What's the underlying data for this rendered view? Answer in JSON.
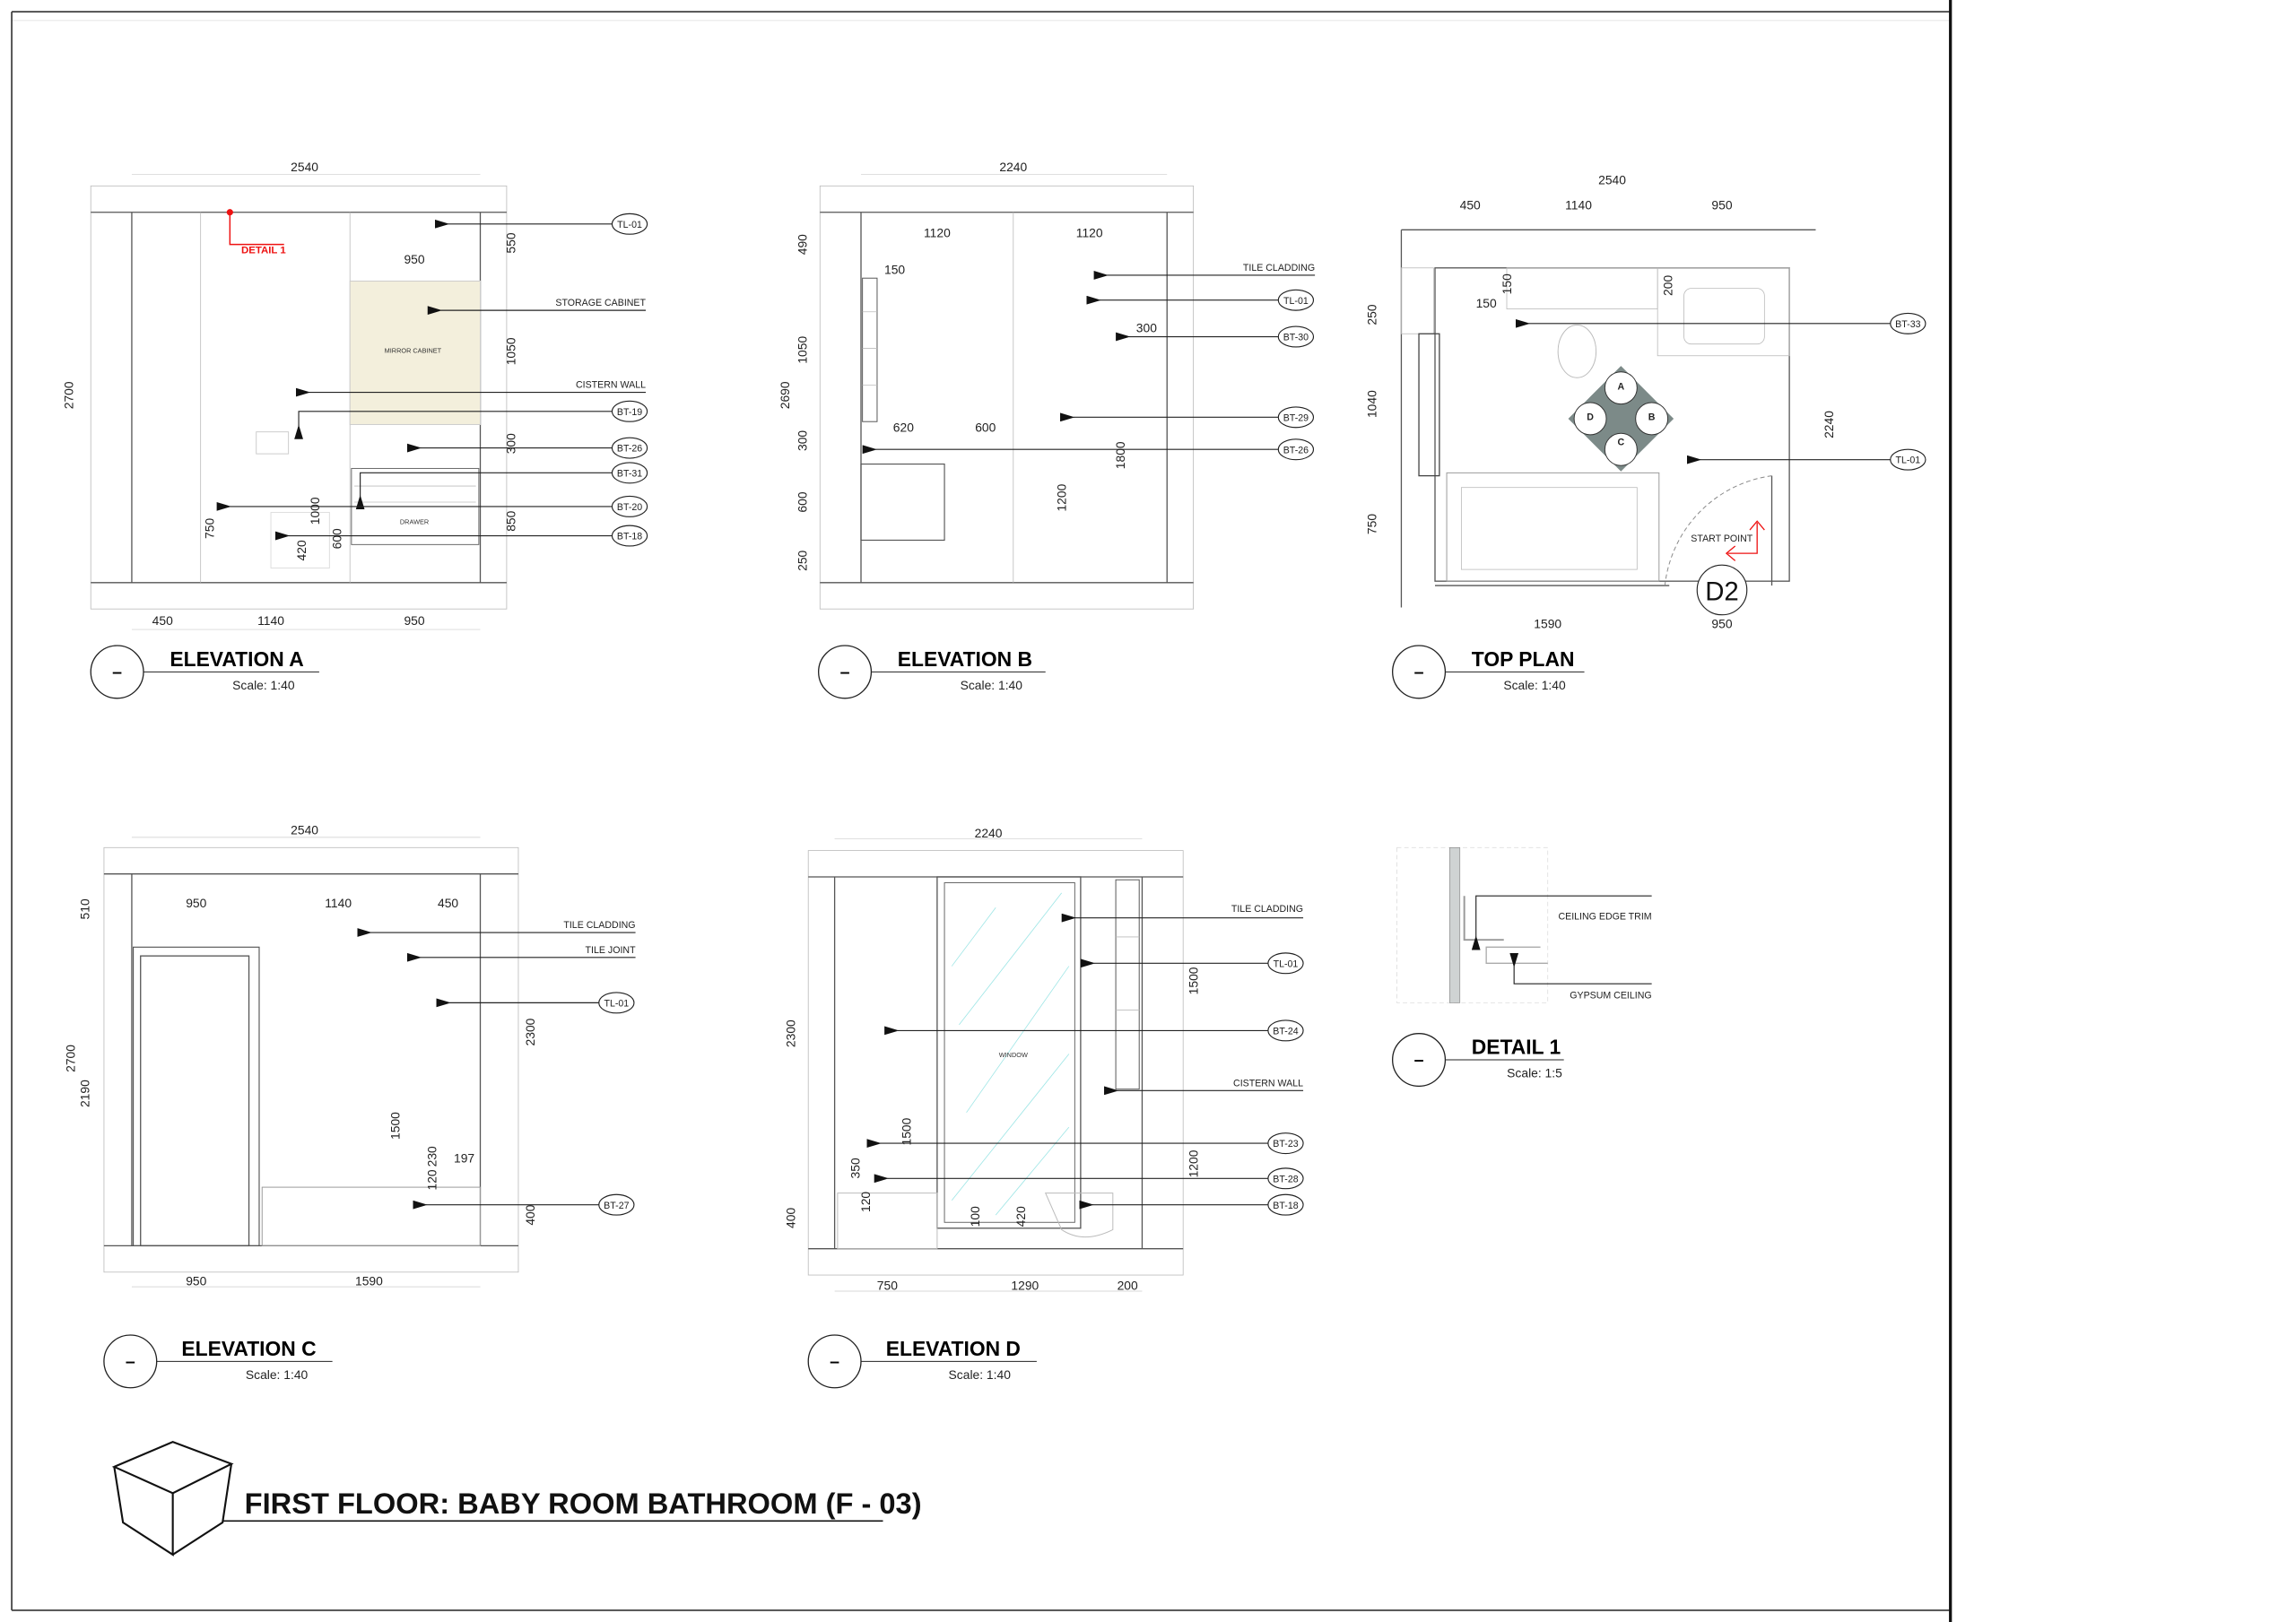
{
  "sheet_title": "FIRST FLOOR: BABY ROOM BATHROOM (F - 03)",
  "views": {
    "elev_a": {
      "title": "ELEVATION A",
      "scale": "Scale: 1:40",
      "marker": "–",
      "dims": [
        "2540",
        "950",
        "550",
        "1050",
        "300",
        "850",
        "2700",
        "750",
        "1000",
        "420",
        "600",
        "450",
        "1140",
        "950"
      ],
      "labels": {
        "mirror": "MIRROR CABINET",
        "drawer": "DRAWER",
        "detail": "DETAIL 1"
      },
      "callouts": [
        "TL-01",
        "STORAGE CABINET",
        "CISTERN WALL",
        "BT-19",
        "BT-26",
        "BT-31",
        "BT-20",
        "BT-18"
      ]
    },
    "elev_b": {
      "title": "ELEVATION B",
      "scale": "Scale: 1:40",
      "marker": "–",
      "dims": [
        "2240",
        "1120",
        "1120",
        "150",
        "300",
        "620",
        "600",
        "490",
        "1050",
        "2690",
        "300",
        "600",
        "250",
        "1200",
        "1800"
      ],
      "callouts": [
        "TILE CLADDING",
        "TL-01",
        "BT-30",
        "BT-29",
        "BT-26"
      ]
    },
    "top_plan": {
      "title": "TOP PLAN",
      "scale": "Scale: 1:40",
      "marker": "–",
      "dims": [
        "2540",
        "450",
        "1140",
        "950",
        "150",
        "150",
        "200",
        "250",
        "1040",
        "750",
        "2240",
        "1590",
        "950"
      ],
      "callouts": [
        "BT-33",
        "TL-01"
      ],
      "compass": [
        "A",
        "B",
        "C",
        "D"
      ],
      "start_point": "START POINT",
      "door_tag": "D2"
    },
    "elev_c": {
      "title": "ELEVATION C",
      "scale": "Scale: 1:40",
      "marker": "–",
      "dims": [
        "2540",
        "950",
        "1140",
        "450",
        "510",
        "2700",
        "2190",
        "1500",
        "230",
        "197",
        "120",
        "2300",
        "400",
        "950",
        "1590"
      ],
      "callouts": [
        "TILE CLADDING",
        "TILE JOINT",
        "TL-01",
        "BT-27"
      ]
    },
    "elev_d": {
      "title": "ELEVATION D",
      "scale": "Scale: 1:40",
      "marker": "–",
      "dims": [
        "2240",
        "2300",
        "400",
        "1500",
        "350",
        "120",
        "100",
        "420",
        "1500",
        "1200",
        "750",
        "1290",
        "200"
      ],
      "labels": {
        "window": "WINDOW"
      },
      "callouts": [
        "TILE CLADDING",
        "TL-01",
        "BT-24",
        "CISTERN WALL",
        "BT-23",
        "BT-28",
        "BT-18"
      ]
    },
    "detail_1": {
      "title": "DETAIL 1",
      "scale": "Scale: 1:5",
      "marker": "–",
      "callouts": [
        "CEILING EDGE TRIM",
        "GYPSUM CEILING"
      ]
    }
  },
  "colors": {
    "ink": "#222222",
    "annotation_red": "#e11111",
    "glass": "#9ee6e6",
    "cabinet": "#f3efdc"
  }
}
